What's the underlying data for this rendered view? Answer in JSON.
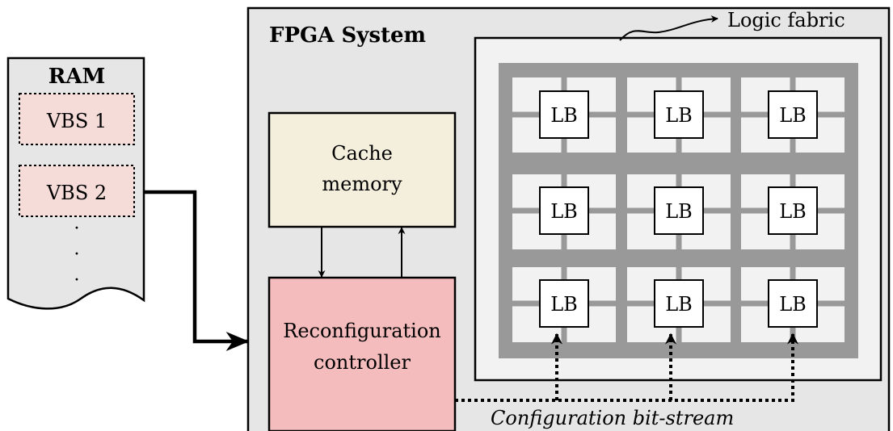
{
  "ram": {
    "title": "RAM",
    "vbs": [
      "VBS 1",
      "VBS 2"
    ],
    "ellipsis": [
      "·",
      "·",
      "·"
    ]
  },
  "fpga": {
    "title": "FPGA System",
    "cache": [
      "Cache",
      "memory"
    ],
    "controller": [
      "Reconfiguration",
      "controller"
    ],
    "logic_fabric_label": "Logic fabric",
    "bitstream_label": "Configuration bit-stream",
    "lb_label": "LB"
  },
  "colors": {
    "ram_fill": "#e6e6e6",
    "vbs_fill": "#f6dcd9",
    "fpga_fill": "#e6e6e6",
    "fabric_fill": "#f2f2f2",
    "grid": "#999999",
    "grid_cell": "#f2f2f2",
    "cache_fill": "#f4eedc",
    "controller_fill": "#f4bcbd"
  }
}
